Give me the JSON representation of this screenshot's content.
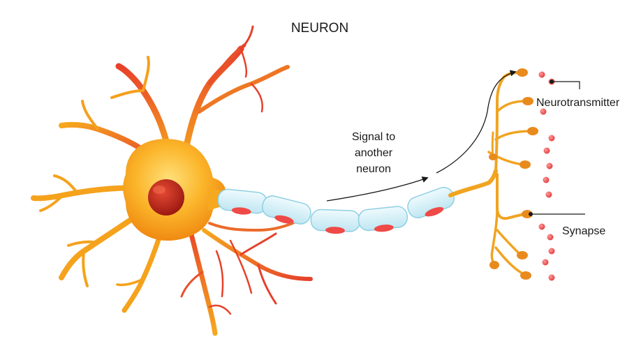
{
  "title": "NEURON",
  "signal_label": [
    "Signal to",
    "another",
    "neuron"
  ],
  "labels": {
    "neurotransmitter": "Neurotransmitter",
    "synapse": "Synapse"
  },
  "colors": {
    "soma_outer": "#f7a51d",
    "soma_light": "#ffd25a",
    "nucleus": "#c8241a",
    "dendrite_base": "#f4a21c",
    "dendrite_tip": "#e8412a",
    "myelin": "#d6f0f8",
    "myelin_stroke": "#8fcfe3",
    "node_red": "#ef4a47",
    "terminal": "#f0a421",
    "terminal_bulb": "#e98a1d",
    "neurotransmitter_dot": "#ee5555",
    "text": "#1a1a1a"
  }
}
